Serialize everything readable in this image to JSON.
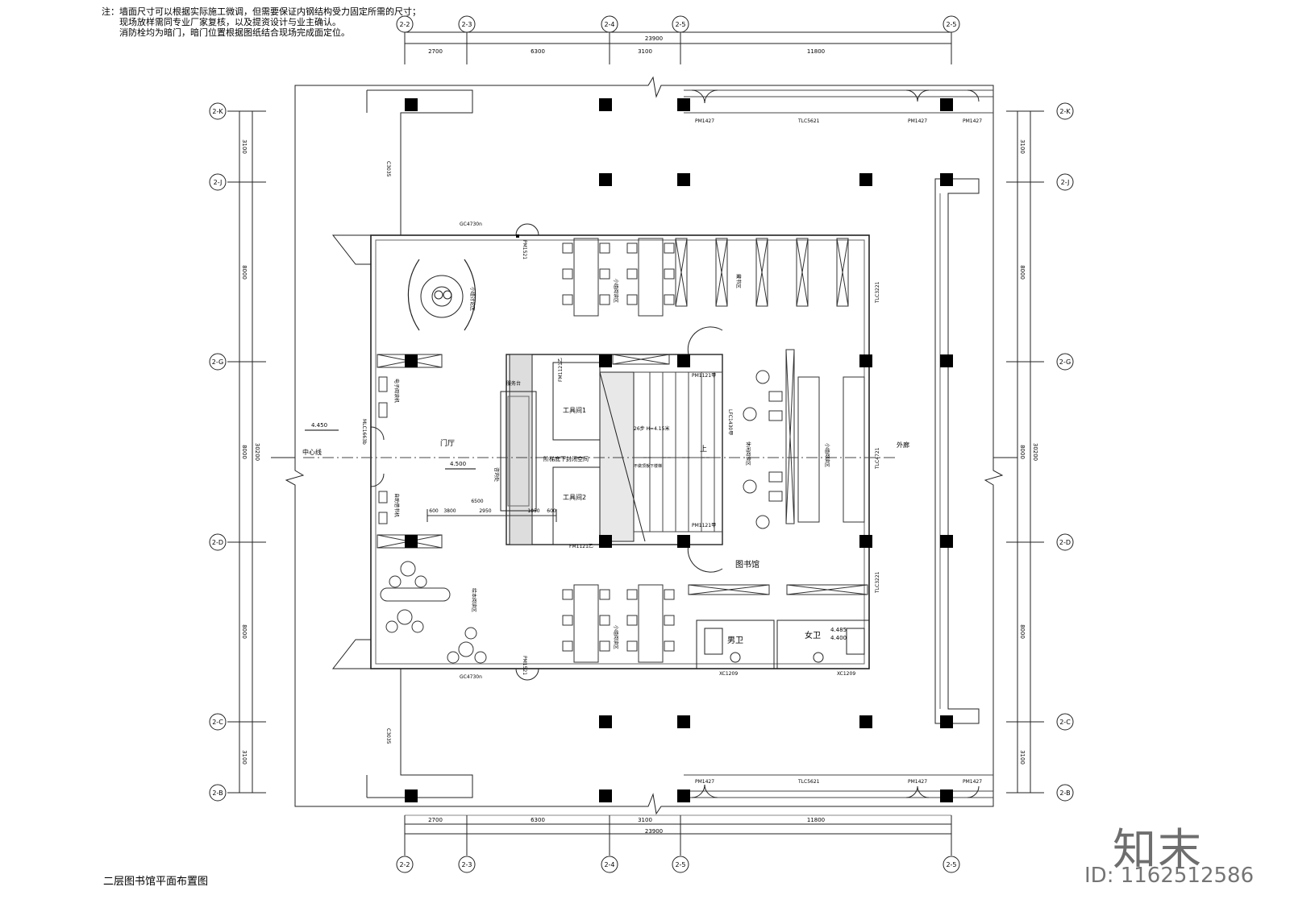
{
  "notes": {
    "line1": "注：墙面尺寸可以根据实际施工微调，但需要保证内钢结构受力固定所需的尺寸；",
    "line2": "现场放样需同专业厂家复核，以及提资设计与业主确认。",
    "line3": "消防栓均为暗门，暗门位置根据图纸结合现场完成面定位。"
  },
  "drawing_title": "二层图书馆平面布置图",
  "grid_axes": {
    "columns": [
      "2-2",
      "2-3",
      "2-4",
      "2-5",
      "2-5"
    ],
    "rows": [
      "2-K",
      "2-J",
      "2-G",
      "2-D",
      "2-C",
      "2-B"
    ]
  },
  "dimensions": {
    "top_segments": [
      "2700",
      "6300",
      "3100",
      "11800"
    ],
    "top_total": "23900",
    "bottom_segments": [
      "2700",
      "6300",
      "3100",
      "11800"
    ],
    "bottom_total": "23900",
    "left_segments": [
      "3100",
      "8000",
      "8000",
      "8000",
      "3100"
    ],
    "left_total": "30200",
    "right_segments": [
      "3100",
      "8000",
      "8000",
      "8000",
      "3100"
    ],
    "right_total": "30200",
    "inner": [
      "600",
      "3800",
      "2950",
      "6500",
      "1050",
      "600"
    ]
  },
  "rooms": {
    "lobby": "门厅",
    "tool1": "工具间1",
    "tool2": "工具间2",
    "stair_void": "阶梯底下封闭空间",
    "library": "图书馆",
    "mens_wc": "男卫",
    "womens_wc": "女卫",
    "centerline": "中心线",
    "outer_corridor": "外廊",
    "service_desk": "服务台",
    "reading_top": "小组阅读区",
    "reading_bottom": "小组阅读区",
    "stacks": "藏书区",
    "leisure": "休闲阅读区",
    "group_right": "小组阅读区",
    "picture_book": "绘本阅读区",
    "round_area": "小组讨论区",
    "stair_text": "26步 H=4.15米",
    "stair_note": "不做顶板下楼梯",
    "self_service": "自助借书机",
    "elevator": "电子阅读机",
    "counter": "咨询处"
  },
  "door_labels": {
    "pm1427_a": "PM1427",
    "pm1427_b": "PM1427",
    "pm1427_c": "PM1427",
    "tlc5621": "TLC5621",
    "gc4730n_top": "GC4730n",
    "gc4730n_bottom": "GC4730n",
    "pm1521_top": "PM1521",
    "pm1521_bottom": "PM1521",
    "pm1121_a": "PM1121甲",
    "pm1121_b": "PM1121甲",
    "fm1121_a": "FM1121乙",
    "fm1121_b": "FM1121乙",
    "tlc3221_a": "TLC3221",
    "tlc3221_b": "TLC3221",
    "tlc4721": "TLC4721",
    "xc1209_a": "XC1209",
    "xc1209_b": "XC1209",
    "mlc1": "MLC1663b",
    "c3035_a": "C3035",
    "c3035_b": "C3035",
    "lfc": "LFC1430甲"
  },
  "levels": {
    "left": "4.450",
    "lobby": "4.500",
    "wc1": "4.485",
    "wc2": "4.400"
  },
  "watermark": {
    "logo": "知末",
    "id": "ID: 1162512586"
  }
}
